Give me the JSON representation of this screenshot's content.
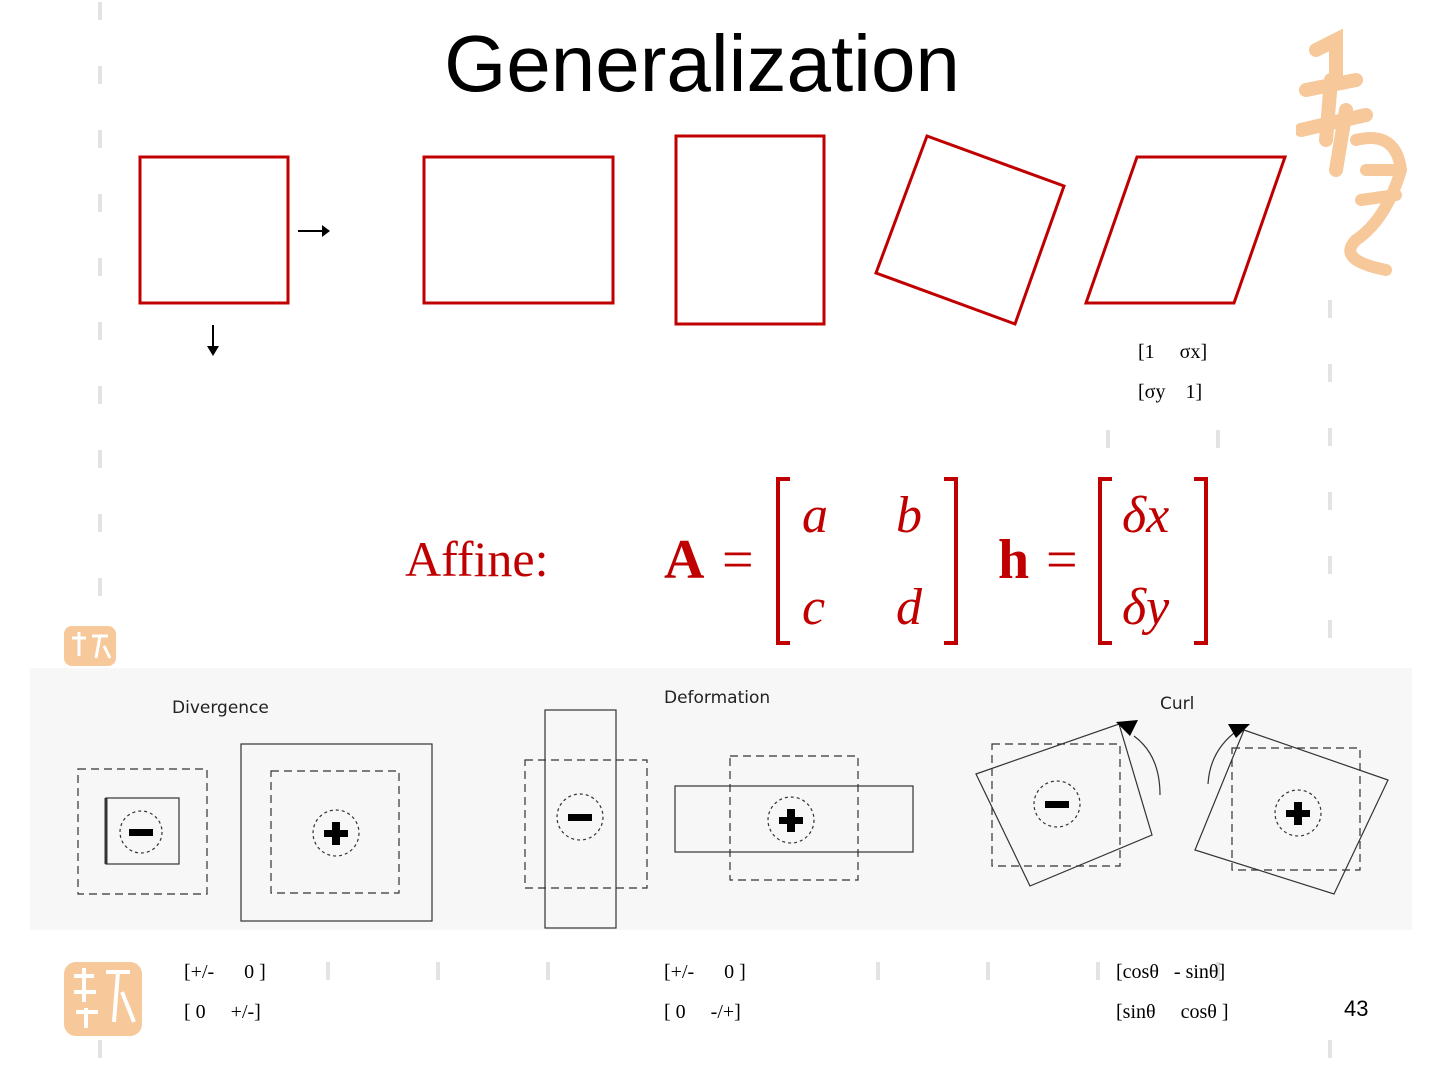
{
  "slide": {
    "title": "Generalization",
    "page_number": "43"
  },
  "shear_matrix": {
    "row1": "1     σx",
    "row2": "σy    1"
  },
  "affine": {
    "label": "Affine:",
    "A_symbol": "A",
    "h_symbol": "h",
    "A_entries": [
      "a",
      "b",
      "c",
      "d"
    ],
    "h_entries": [
      "δx",
      "δy"
    ]
  },
  "panels": {
    "divergence": "Divergence",
    "deformation": "Deformation",
    "curl": "Curl"
  },
  "matrices_bottom": {
    "divergence": {
      "row1": "+/-      0",
      "row2": " 0     +/-"
    },
    "deformation": {
      "row1": "+/-      0",
      "row2": " 0     -/+"
    },
    "curl": {
      "row1": "cosθ   - sinθ",
      "row2": "sinθ     cosθ"
    }
  },
  "colors": {
    "accent_red": "#c00000",
    "seal_orange": "#f6c89a"
  }
}
